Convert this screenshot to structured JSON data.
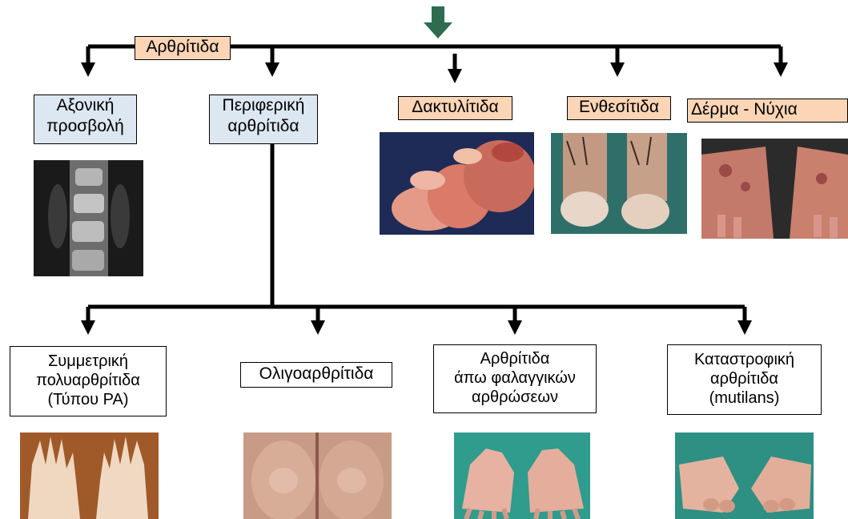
{
  "top_label": "Αρθρίτιδα",
  "categories": [
    {
      "label_line1": "Αξονική",
      "label_line2": "προσβολή",
      "image": "spine-xray-image"
    },
    {
      "label_line1": "Περιφερική",
      "label_line2": "αρθρίτιδα"
    },
    {
      "label": "Δακτυλίτιδα",
      "image": "dactylitis-toes-image"
    },
    {
      "label": "Ενθεσίτιδα",
      "image": "enthesitis-heels-image"
    },
    {
      "label": "Δέρμα - Νύχια",
      "image": "skin-nails-hands-image"
    }
  ],
  "subtypes": [
    {
      "line1": "Συμμετρική",
      "line2": "πολυαρθρίτιδα",
      "line3": "(Τύπου ΡΑ)",
      "image": "symmetric-hands-image"
    },
    {
      "line1": "Ολιγοαρθρίτιδα",
      "image": "knees-image"
    },
    {
      "line1": "Αρθρίτιδα",
      "line2": "άπω φαλαγγικών",
      "line3": "αρθρώσεων",
      "image": "dip-hands-image"
    },
    {
      "line1": "Καταστροφική",
      "line2": "αρθρίτιδα",
      "line3": "(mutilans)",
      "image": "mutilans-hands-image"
    }
  ],
  "colors": {
    "arrow_green": "#2e6b4f",
    "blue_box": "#dde7f2",
    "peach_box": "#fbd5b5"
  }
}
